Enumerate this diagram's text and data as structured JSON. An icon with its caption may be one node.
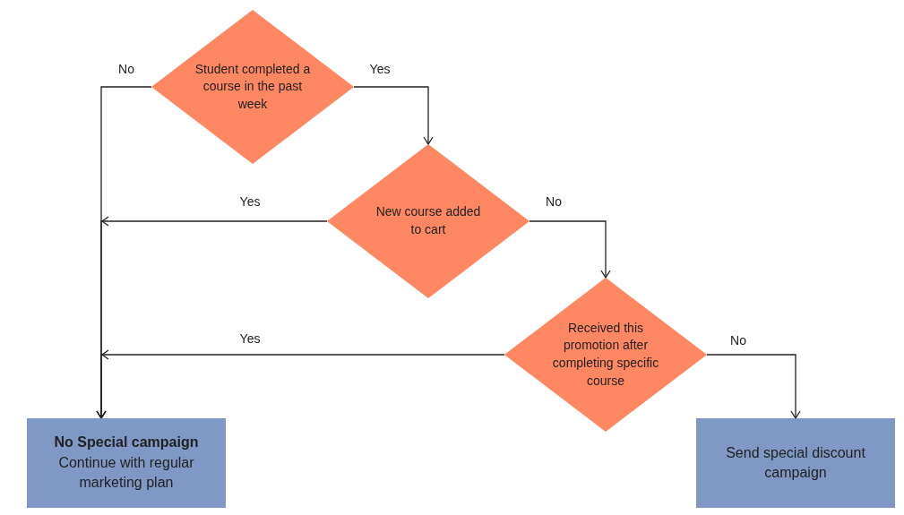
{
  "diagram": {
    "nodes": [
      {
        "text": [
          "Student completed a course in the past week"
        ]
      },
      {
        "text": [
          "New course added to cart"
        ]
      },
      {
        "text": [
          "Received this promotion after completing specific course"
        ]
      },
      {
        "text": [
          "No Special campaign",
          "Continue with regular marketing plan"
        ]
      },
      {
        "text": [
          "Send special discount campaign"
        ]
      }
    ],
    "edges": [
      {
        "from": 0,
        "to": 3,
        "arrow": "to",
        "label": "No"
      },
      {
        "from": 0,
        "to": 1,
        "arrow": "to",
        "label": "Yes"
      },
      {
        "from": 1,
        "to": 3,
        "arrow": "to",
        "label": "Yes"
      },
      {
        "from": 1,
        "to": 2,
        "arrow": "to",
        "label": "No"
      },
      {
        "from": 2,
        "to": 3,
        "arrow": "to",
        "label": "Yes"
      },
      {
        "from": 2,
        "to": 4,
        "arrow": "to",
        "label": "No"
      }
    ]
  }
}
